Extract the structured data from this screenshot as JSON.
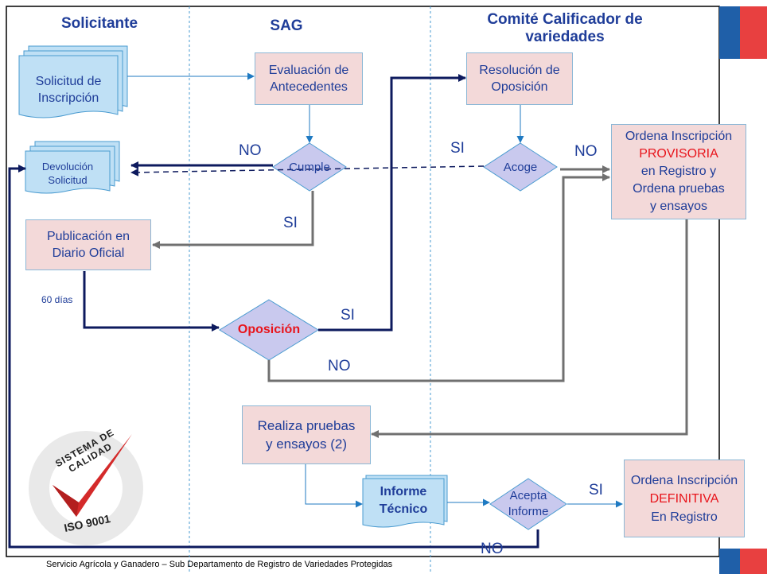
{
  "lanes": {
    "solicitante": "Solicitante",
    "sag": "SAG",
    "comite_line1": "Comité Calificador de",
    "comite_line2": "variedades"
  },
  "nodes": {
    "solicitud": [
      "Solicitud de",
      "Inscripción"
    ],
    "devolucion": [
      "Devolución",
      "Solicitud"
    ],
    "publicacion": [
      "Publicación en",
      "Diario Oficial"
    ],
    "evaluacion": [
      "Evaluación de",
      "Antecedentes"
    ],
    "cumple": "Cumple",
    "oposicion": "Oposición",
    "resolucion": [
      "Resolución de",
      "Oposición"
    ],
    "acoge": "Acoge",
    "ordena_prov": {
      "line1": "Ordena Inscripción",
      "line2": "PROVISORIA",
      "line3": "en Registro y",
      "line4": "Ordena pruebas",
      "line5": "y ensayos"
    },
    "realiza": [
      "Realiza pruebas",
      "y ensayos (2)"
    ],
    "informe": [
      "Informe",
      "Técnico"
    ],
    "acepta": [
      "Acepta",
      "Informe"
    ],
    "ordena_def": {
      "line1": "Ordena Inscripción",
      "line2": "DEFINITIVA",
      "line3": "En Registro"
    }
  },
  "edge_labels": {
    "no_cumple": "NO",
    "si_cumple": "SI",
    "si_acoge": "SI",
    "no_acoge": "NO",
    "si_oposicion": "SI",
    "no_oposicion": "NO",
    "si_acepta": "SI",
    "no_acepta": "NO",
    "dias": "60 días"
  },
  "logo": {
    "top_text": "SISTEMA DE CALIDAD",
    "bottom_text": "ISO 9001"
  },
  "footer": "Servicio Agrícola y Ganadero – Sub Departamento de Registro de Variedades Protegidas",
  "colors": {
    "lane_title": "#1f3d99",
    "box_fill": "#f3d9d9",
    "diamond_fill": "#c9c9ee",
    "highlight": "#e8141b",
    "flag_blue": "#1f5fa8",
    "flag_red": "#e84040"
  }
}
